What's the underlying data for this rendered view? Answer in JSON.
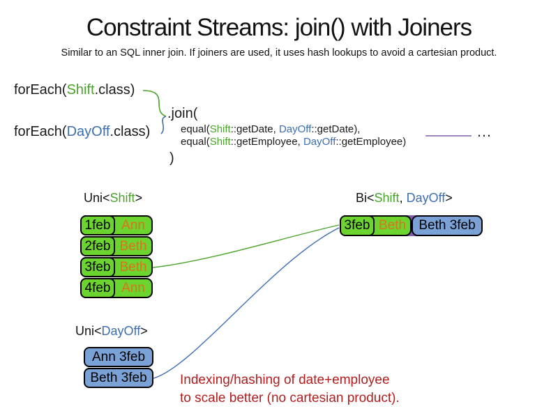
{
  "title": "Constraint Streams: join() with Joiners",
  "subtitle": "Similar to an SQL inner join. If joiners are used, it uses hash lookups to avoid a cartesian product.",
  "code": {
    "foreach_shift": {
      "prefix": "forEach(",
      "cls": "Shift",
      "suffix": ".class)"
    },
    "foreach_dayoff": {
      "prefix": "forEach(",
      "cls": "DayOff",
      "suffix": ".class)"
    },
    "join_open": ".join(",
    "equal_lines": [
      {
        "prefix": "equal(",
        "shift": "Shift",
        "mid": "::getDate, ",
        "dayoff": "DayOff",
        "suffix": "::getDate),"
      },
      {
        "prefix": "equal(",
        "shift": "Shift",
        "mid": "::getEmployee, ",
        "dayoff": "DayOff",
        "suffix": "::getEmployee)"
      }
    ],
    "join_close": ")",
    "ellipsis": "…"
  },
  "uni_shift": {
    "label": {
      "prefix": "Uni<",
      "cls": "Shift",
      "suffix": ">"
    },
    "rows": [
      {
        "date": "1feb",
        "employee": "Ann"
      },
      {
        "date": "2feb",
        "employee": "Beth"
      },
      {
        "date": "3feb",
        "employee": "Beth"
      },
      {
        "date": "4feb",
        "employee": "Ann"
      }
    ]
  },
  "uni_dayoff": {
    "label": {
      "prefix": "Uni<",
      "cls": "DayOff",
      "suffix": ">"
    },
    "rows": [
      {
        "text": "Ann 3feb"
      },
      {
        "text": "Beth 3feb"
      }
    ]
  },
  "bi": {
    "label": {
      "prefix": "Bi<",
      "shift": "Shift",
      "comma": ", ",
      "dayoff": "DayOff",
      "suffix": ">"
    },
    "row": {
      "shift_date": "3feb",
      "shift_employee": "Beth",
      "dayoff": "Beth 3feb"
    }
  },
  "note": {
    "line1": "Indexing/hashing of date+employee",
    "line2": "to scale better (no cartesian product)."
  },
  "colors": {
    "green_text": "#4AA32A",
    "green_fill": "#6BD42F",
    "blue_text": "#3C6EB4",
    "blue_fill": "#7AA2D6",
    "orange_text": "#E0701E",
    "red_text": "#B21E1E",
    "purple": "#7E5FA8",
    "ink": "#1A1A1A"
  }
}
